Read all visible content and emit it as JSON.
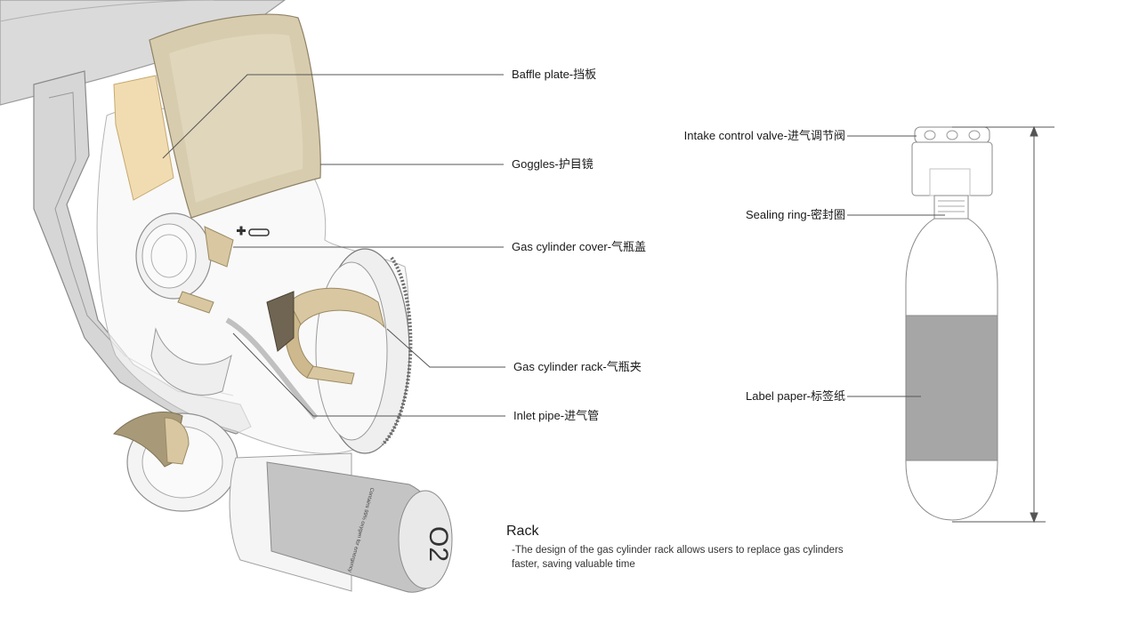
{
  "labels": {
    "baffle_plate": "Baffle plate-挡板",
    "goggles": "Goggles-护目镜",
    "gas_cylinder_cover": "Gas cylinder cover-气瓶盖",
    "gas_cylinder_rack": "Gas cylinder rack-气瓶夹",
    "inlet_pipe": "Inlet pipe-进气管",
    "intake_control_valve": "Intake control  valve-进气调节阀",
    "sealing_ring": "Sealing ring-密封圈",
    "label_paper": "Label paper-标签纸"
  },
  "rack": {
    "title": "Rack",
    "description_line1": "-The design of the gas cylinder rack allows users to replace gas cylinders",
    "description_line2": "faster, saving valuable time"
  },
  "cylinder_print": {
    "symbol": "O2",
    "small_text": "Contains 99% oxygen for emergency"
  },
  "colors": {
    "frame_gray": "#d9d9d9",
    "goggle_tan": "#d8ccae",
    "baffle_amber": "#f1dcb2",
    "tan_accent": "#c9b48a",
    "cylinder_gray": "#bfbfbf",
    "label_paper_gray": "#a6a6a6",
    "line": "#555555"
  }
}
